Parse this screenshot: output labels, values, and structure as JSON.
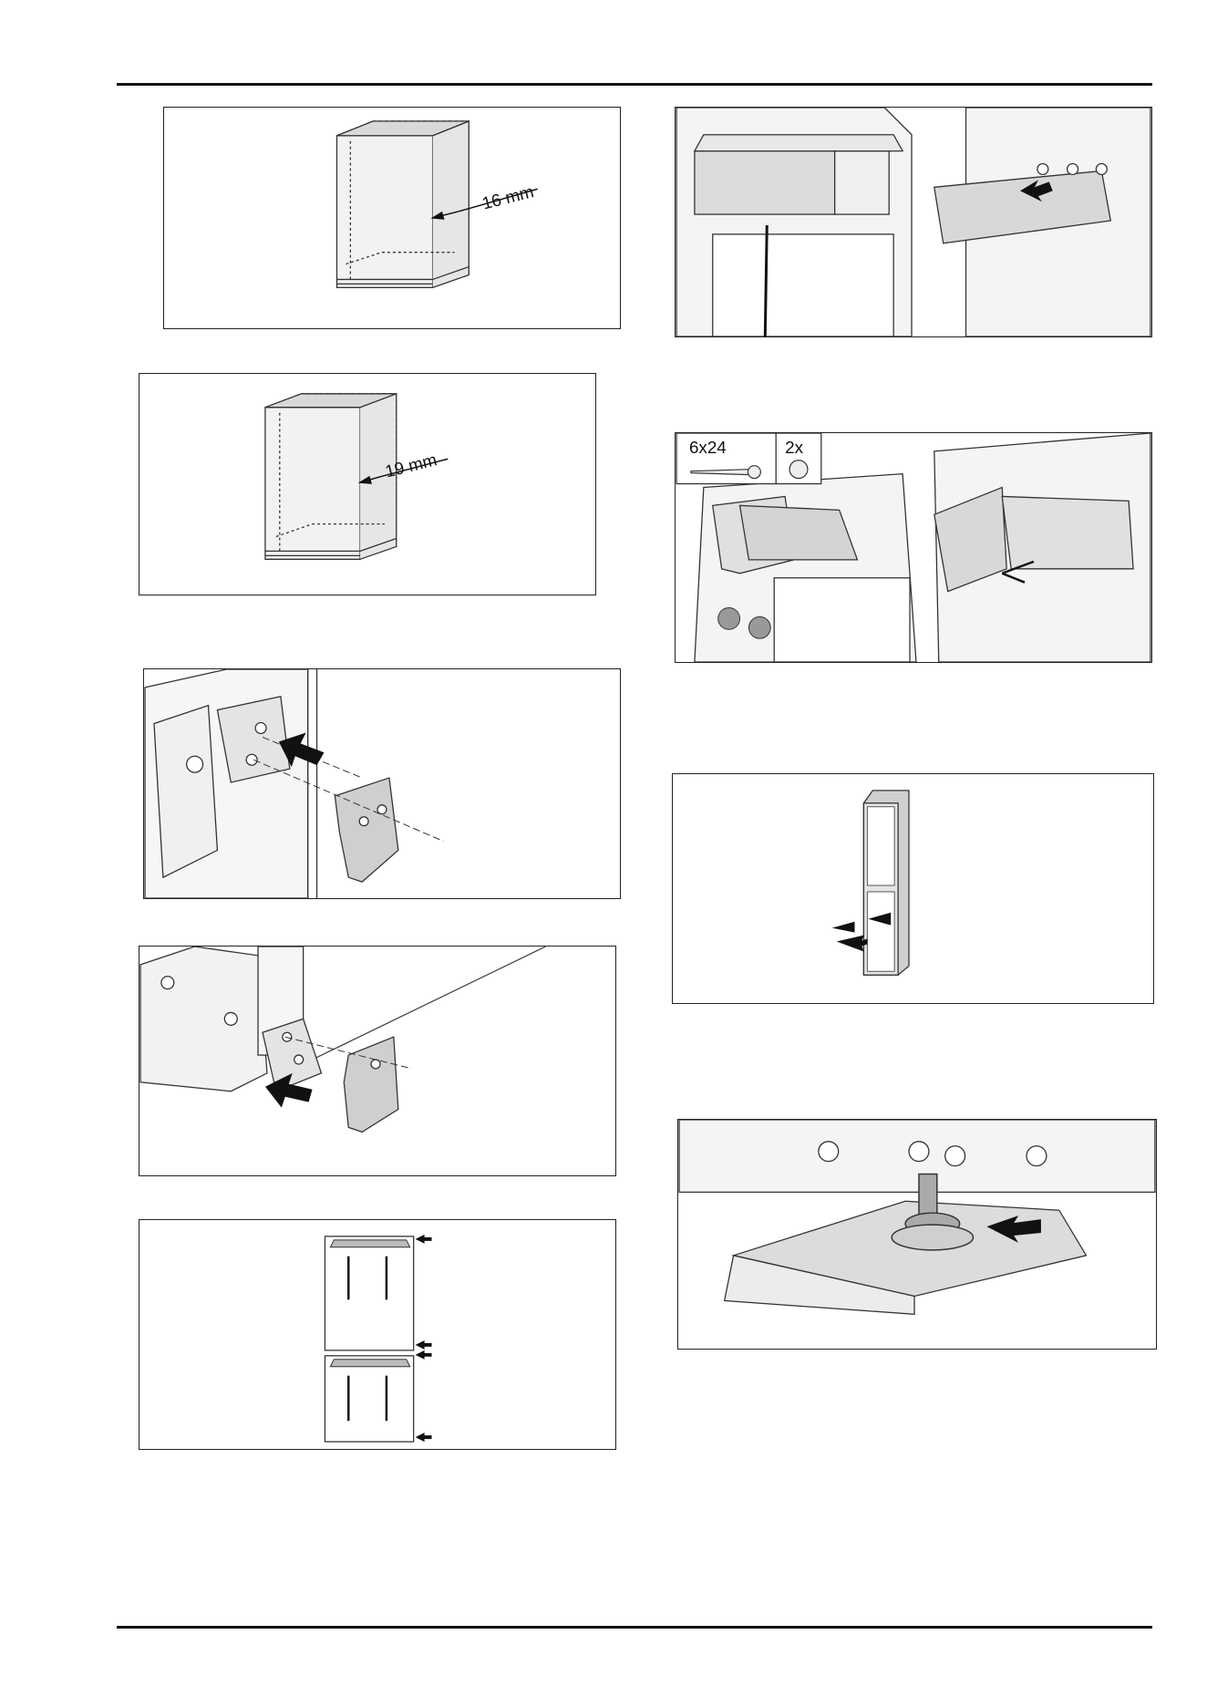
{
  "figures": {
    "cabinet_16": {
      "dimension_label": "16 mm"
    },
    "cabinet_19": {
      "dimension_label": "19 mm"
    },
    "screws": {
      "screw_size": "6x24",
      "quantity": "2x"
    }
  }
}
